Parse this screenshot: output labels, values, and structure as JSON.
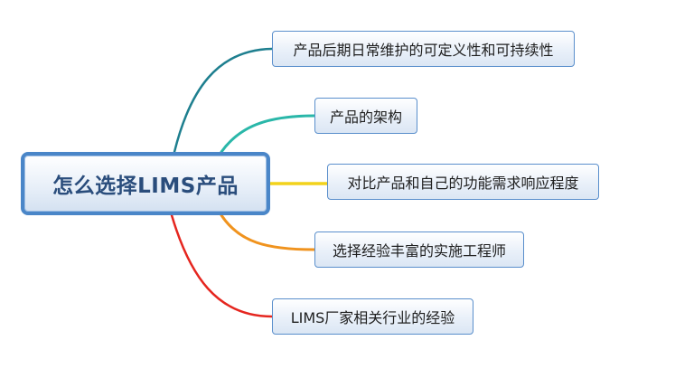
{
  "mindmap": {
    "root": {
      "label": "怎么选择LIMS产品"
    },
    "branches": [
      {
        "label": "产品后期日常维护的可定义性和可持续性",
        "color": "#1e7f8f"
      },
      {
        "label": "产品的架构",
        "color": "#2ab7a9"
      },
      {
        "label": "对比产品和自己的功能需求响应程度",
        "color": "#f2d21b"
      },
      {
        "label": "选择经验丰富的实施工程师",
        "color": "#f0931e"
      },
      {
        "label": "LIMS厂家相关行业的经验",
        "color": "#e5261f"
      }
    ]
  }
}
